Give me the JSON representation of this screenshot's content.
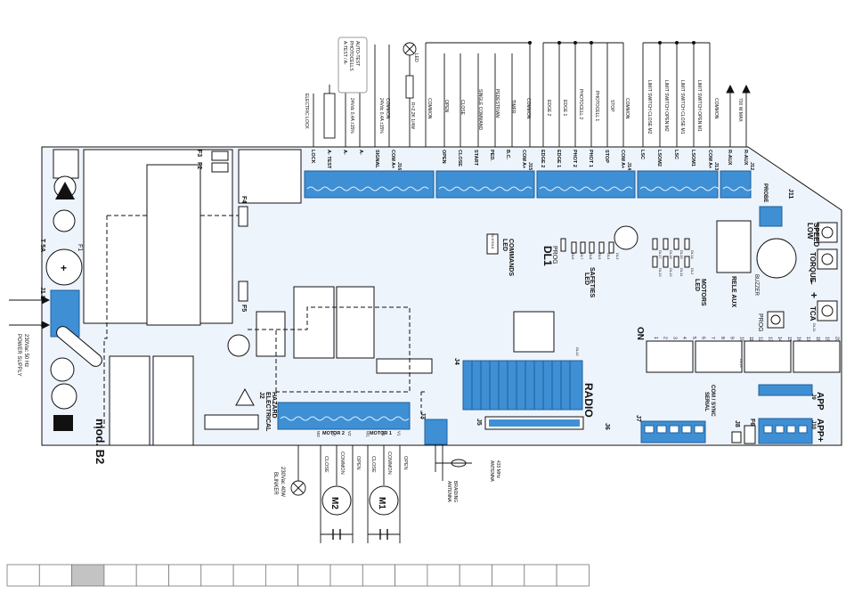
{
  "board": {
    "model": "mod. B2",
    "power_supply": "POWER SUPPLY",
    "power_spec": "230Vac 50 Hz",
    "j1_label": "J1",
    "l_label": "L",
    "n_label": "N",
    "f1": "F1",
    "f1_rating": "T 5A",
    "f2": "F2",
    "f3": "F3",
    "f4": "F4",
    "f5": "F5",
    "f6": "F6",
    "electrical_hazard_1": "ELECTRICAL",
    "electrical_hazard_2": "HAZARD",
    "j2": "J2",
    "j3": "J3",
    "j4": "J4",
    "j5": "J5",
    "j6": "J6",
    "j7": "J7",
    "j8": "J8",
    "radio": "RADIO",
    "probe": "PROBE",
    "j11": "J11",
    "dl1": "DL1",
    "prog": "PROG",
    "led_commands_1": "LED",
    "led_commands_2": "COMMANDS",
    "led_safeties_1": "LED",
    "led_safeties_2": "SAFETIES",
    "led_motors_1": "LED",
    "led_motors_2": "MOTORS",
    "rele_aux": "RELE AUX",
    "buzzer": "BUZZER",
    "prog_btn": "PROG",
    "low_speed_1": "LOW",
    "low_speed_2": "SPEED",
    "torque": "TORQUE",
    "tca": "TCA",
    "minus": "–",
    "plus": "+",
    "on": "ON",
    "serial": "SERIAL",
    "com_sync": "COM / SYNC",
    "app": "APP",
    "app_plus": "APP+",
    "j9": "J9",
    "j10": "J10",
    "dip_numbers": [
      "1",
      "2",
      "3",
      "4",
      "5",
      "6",
      "7",
      "8",
      "9",
      "10",
      "11",
      "12",
      "13",
      "14",
      "15",
      "16",
      "17",
      "18",
      "19",
      "20"
    ],
    "led_cmd_codes": [
      "DL10",
      "DL8"
    ],
    "led_safety_codes": [
      "DL6",
      "DL7",
      "DL8",
      "DL5",
      "DL4",
      "DL3"
    ],
    "led_motor_codes": [
      "DL17",
      "DL16",
      "DL15",
      "DL14",
      "DL13",
      "DL12",
      "DL11",
      "DL2"
    ],
    "dl_misc": [
      "DL12",
      "DL13",
      "DL11"
    ]
  },
  "terminals": {
    "j16": {
      "name": "J16",
      "pins": [
        "LOCK",
        "A- TEST",
        "A-",
        "A-",
        "SIGNAL",
        "COM A+"
      ]
    },
    "j15": {
      "name": "J15",
      "pins": [
        "OPEN",
        "CLOSE",
        "START",
        "PED.",
        "B.C.",
        "COM A+"
      ]
    },
    "j14": {
      "name": "J14",
      "pins": [
        "EDGE 2",
        "EDGE 1",
        "PHOT 2",
        "PHOT 1",
        "STOP",
        "COM A+"
      ]
    },
    "j13": {
      "name": "J13",
      "pins": [
        "LSC",
        "LSOM2",
        "LSC",
        "LSOM1",
        "COM A+"
      ]
    },
    "j12": {
      "name": "J12",
      "pins": [
        "R-AUX",
        "R-AUX"
      ]
    }
  },
  "top_labels": {
    "electric_lock": "ELECTRIC LOCK",
    "a_test_box_1": "A-TEST / A-",
    "a_test_box_2": "PHOTOCELLS",
    "a_test_box_3": "AUTO-TEST",
    "a_test_spec": "24Vdc 0,4A ±15%",
    "common_spec": "24Vdc 0,4A ±15%",
    "common": "COMMON",
    "led": "LED",
    "resistor": "R=2,2K 1/4W",
    "common2": "COMMON",
    "open": "OPEN",
    "close": "CLOSE",
    "single_command": "SINGLE COMMAND",
    "pedestrian": "PEDESTRIAN",
    "timer": "TIMER",
    "common3": "COMMON",
    "edge2": "EDGE 2",
    "edge1": "EDGE 1",
    "photocell2": "PHOTOCELL 2",
    "photocell1": "PHOTOCELL 1",
    "stop": "STOP",
    "common4": "COMMON",
    "limit_close_m2": "LIMIT SWITCH CLOSE M2",
    "limit_open_m2": "LIMIT SWITCH OPEN M2",
    "limit_close_m1": "LIMIT SWITCH CLOSE M1",
    "limit_open_m1": "LIMIT SWITCH OPEN M1",
    "common5": "COMMON",
    "max_700w": "700 W MAX"
  },
  "bottom_labels": {
    "motor2": "MOTOR 2",
    "motor1": "MOTOR 1",
    "j2_pins": [
      "W2",
      "U2",
      "V2",
      "W1",
      "U1",
      "V1"
    ],
    "m2": "M2",
    "m1": "M1",
    "close": "CLOSE",
    "common": "COMMON",
    "open": "OPEN",
    "blinker": "BLINKER",
    "blinker_spec": "230Vac 40W",
    "antenna": "ANTENNA",
    "antenna_freq": "433 MHz",
    "antenna_braiding_1": "ANTENNA",
    "antenna_braiding_2": "BRAIDING"
  },
  "page_tabs": {
    "count": 18,
    "active_index": 2
  },
  "colors": {
    "board_fill": "#eef4fb",
    "terminal_blue": "#3f8fd4",
    "terminal_dark": "#1c5f9c",
    "line": "#111111",
    "tab_active": "#c3c3c3"
  }
}
